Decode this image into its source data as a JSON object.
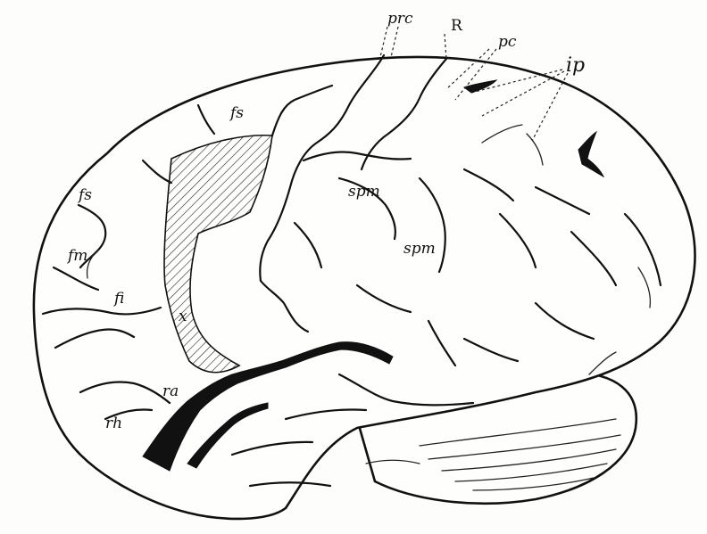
{
  "labels": {
    "prc": "prc",
    "R": "R",
    "pc": "pc",
    "ip": "ip",
    "fs_top": "fs",
    "fs_left": "fs",
    "fm": "fm",
    "fi": "fi",
    "spm_upper": "spm",
    "spm_lower": "spm",
    "ra": "ra",
    "rh": "rh",
    "x": "x"
  },
  "colors": {
    "ink": "#111111",
    "paper": "#fdfdfb"
  }
}
